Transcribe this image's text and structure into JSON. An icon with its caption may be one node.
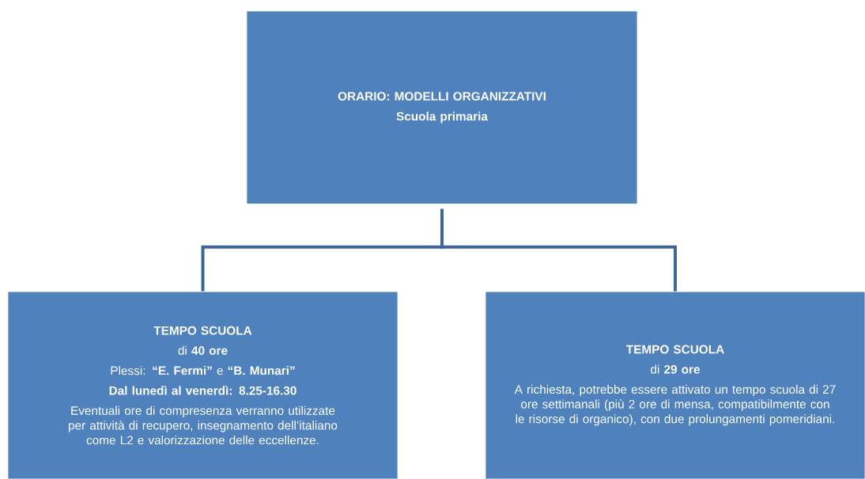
{
  "diagram": {
    "nodes": [
      {
        "text": [
          "ORARIO: MODELLI ORGANIZZATIVI",
          "Scuola primaria"
        ]
      },
      {
        "text": [
          "TEMPO SCUOLA",
          "di **40 ore**",
          "Plessi: **“E. Fermi”** e **“B. Munari”**",
          "Dal lunedì al venerdì: 8.25-16.30",
          "Eventuali ore di compresenza verranno utilizzate per attività di recupero, insegnamento dell’italiano come L2 e valorizzazione delle eccellenze."
        ]
      },
      {
        "text": [
          "TEMPO SCUOLA",
          "di **29 ore**",
          "A richiesta, potrebbe essere attivato un tempo scuola di 27 ore settimanali (più 2 ore di mensa, compatibilmente con le risorse di organico), con due prolungamenti pomeridiani."
        ]
      }
    ],
    "edges": [
      {
        "from": 0,
        "to": 1,
        "arrow": "none"
      },
      {
        "from": 0,
        "to": 2,
        "arrow": "none"
      }
    ]
  }
}
